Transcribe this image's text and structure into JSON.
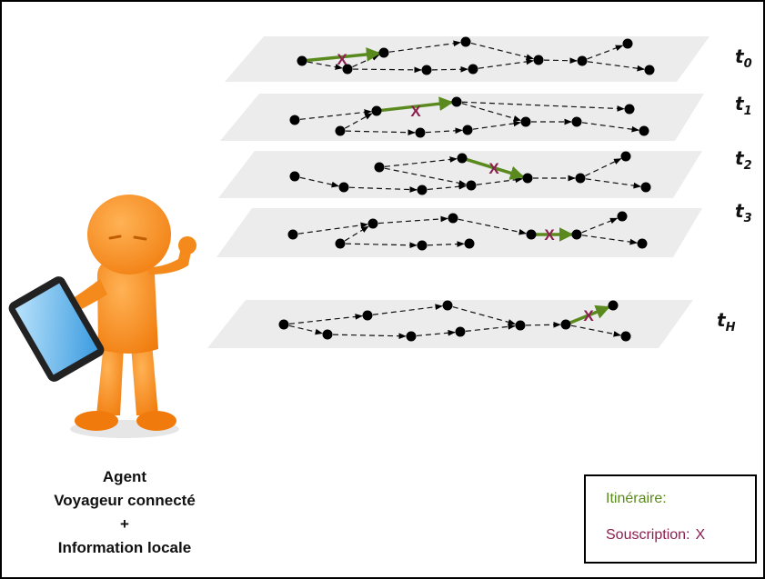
{
  "time_labels": [
    {
      "base": "t",
      "sub": "0"
    },
    {
      "base": "t",
      "sub": "1"
    },
    {
      "base": "t",
      "sub": "2"
    },
    {
      "base": "t",
      "sub": "3"
    },
    {
      "base": "t",
      "sub": "H"
    }
  ],
  "agent": {
    "line1": "Agent",
    "line2": "Voyageur connecté",
    "line3": "+",
    "line4": "Information locale"
  },
  "legend": {
    "itinerary_label": "Itinéraire:",
    "subscription_label": "Souscription:",
    "subscription_marker": "X"
  },
  "colors": {
    "itinerary": "#5a8a1e",
    "subscription": "#8a2050",
    "agent": "#ff8c1a",
    "tablet_screen": "#5fb6ee",
    "plane": "#ececec"
  },
  "icons": {
    "agent_figure": "person-with-tablet-icon",
    "subscription_marker": "x-marker"
  }
}
